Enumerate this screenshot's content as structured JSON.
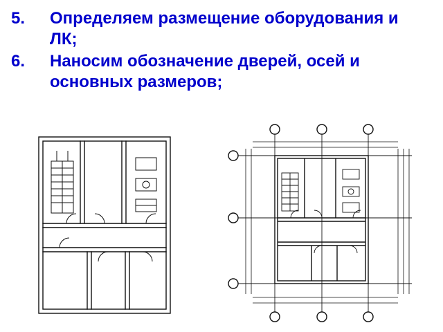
{
  "steps": [
    {
      "number": "5.",
      "text": "Определяем размещение оборудования и ЛК;"
    },
    {
      "number": "6.",
      "text": "Наносим обозначение дверей, осей и основных размеров;"
    }
  ],
  "colors": {
    "text": "#0000cc",
    "lines": "#111111"
  }
}
